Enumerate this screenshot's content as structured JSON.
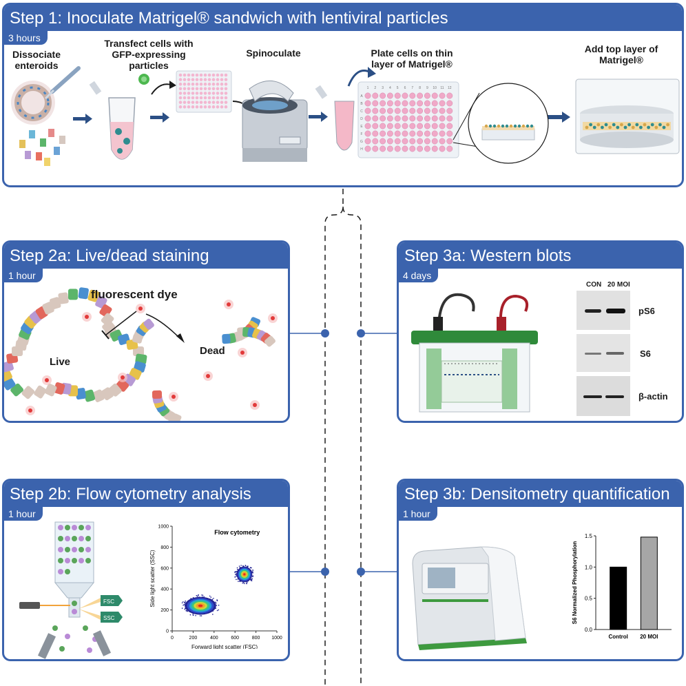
{
  "step1": {
    "title": "Step 1: Inoculate Matrigel® sandwich with lentiviral particles",
    "time": "3 hours",
    "labels": {
      "dissociate": "Dissociate\nenteroids",
      "transfect": "Transfect cells with\nGFP-expressing\nparticles",
      "spinoculate": "Spinoculate",
      "plate": "Plate cells on thin\nlayer of Matrigel®",
      "toplayer": "Add top layer of\nMatrigel®"
    },
    "plate_columns": [
      "1",
      "2",
      "3",
      "4",
      "5",
      "6",
      "7",
      "8",
      "9",
      "10",
      "11",
      "12"
    ],
    "plate_rows": [
      "A",
      "B",
      "C",
      "D",
      "E",
      "F",
      "G",
      "H"
    ]
  },
  "step2a": {
    "title": "Step 2a: Live/dead staining",
    "time": "1 hour",
    "dye_label": "fluorescent dye",
    "live_label": "Live",
    "dead_label": "Dead"
  },
  "step2b": {
    "title": "Step 2b: Flow cytometry analysis",
    "time": "1 hour",
    "fsc_tag": "FSC",
    "ssc_tag": "SSC",
    "chart_title": "Flow cytometry"
  },
  "step3a": {
    "title": "Step 3a: Western blots",
    "time": "4 days",
    "lanes": [
      "CON",
      "20 MOI"
    ],
    "blots": [
      "pS6",
      "S6",
      "β-actin"
    ]
  },
  "step3b": {
    "title": "Step 3b: Densitometry quantification",
    "time": "1 hour"
  },
  "chart_data": [
    {
      "type": "scatter",
      "title": "Flow cytometry",
      "xlabel": "Forward light scatter (FSC)",
      "ylabel": "Side light scatter (SSC)",
      "xlim": [
        0,
        1000
      ],
      "ylim": [
        0,
        1000
      ],
      "xticks": [
        0,
        200,
        400,
        600,
        800,
        1000
      ],
      "yticks": [
        0,
        200,
        400,
        600,
        800,
        1000
      ],
      "populations": [
        {
          "center_x": 270,
          "center_y": 240,
          "spread_x": 150,
          "spread_y": 85
        },
        {
          "center_x": 690,
          "center_y": 540,
          "spread_x": 75,
          "spread_y": 75
        }
      ]
    },
    {
      "type": "bar",
      "title": "",
      "xlabel": "",
      "ylabel": "S6 Normalized Phosphorylation",
      "categories": [
        "Control",
        "20 MOI"
      ],
      "values": [
        1.0,
        1.48
      ],
      "ylim": [
        0,
        1.5
      ],
      "yticks": [
        "0.0",
        "0.5",
        "1.0",
        "1.5"
      ],
      "colors": [
        "#000000",
        "#a6a6a6"
      ]
    }
  ]
}
